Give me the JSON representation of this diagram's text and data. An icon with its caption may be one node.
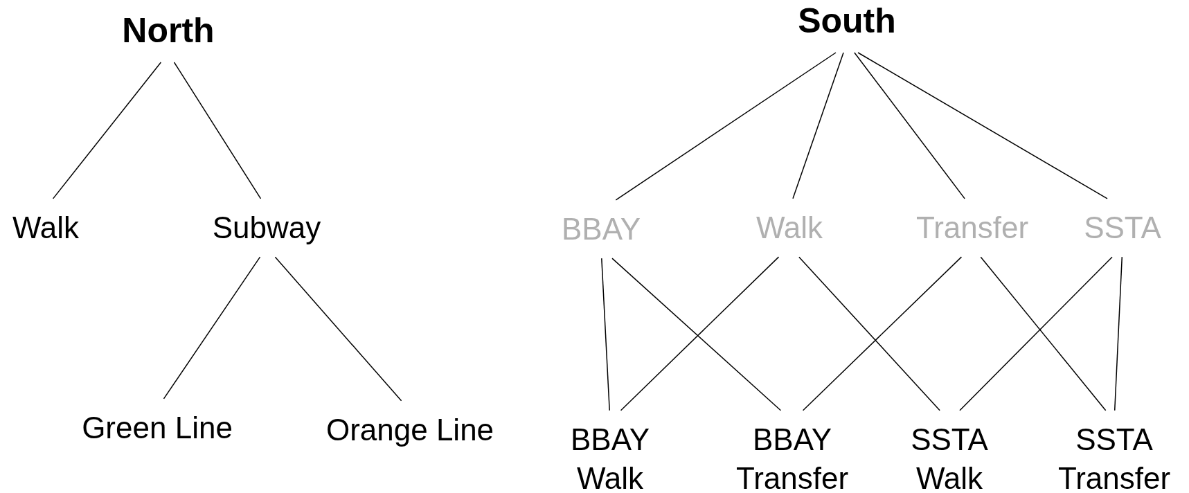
{
  "diagram": {
    "nodes": [
      {
        "text": [
          "North"
        ]
      },
      {
        "text": [
          "Walk"
        ]
      },
      {
        "text": [
          "Subway"
        ]
      },
      {
        "text": [
          "Green Line"
        ]
      },
      {
        "text": [
          "Orange Line"
        ]
      },
      {
        "text": [
          "South"
        ]
      },
      {
        "text": [
          "BBAY"
        ]
      },
      {
        "text": [
          "Walk"
        ]
      },
      {
        "text": [
          "Transfer"
        ]
      },
      {
        "text": [
          "SSTA"
        ]
      },
      {
        "text": [
          "BBAY Walk"
        ]
      },
      {
        "text": [
          "BBAY Transfer"
        ]
      },
      {
        "text": [
          "SSTA Walk"
        ]
      },
      {
        "text": [
          "SSTA Transfer"
        ]
      }
    ],
    "edges": [
      {
        "from": 0,
        "to": 1,
        "arrow": "none"
      },
      {
        "from": 0,
        "to": 2,
        "arrow": "none"
      },
      {
        "from": 2,
        "to": 3,
        "arrow": "none"
      },
      {
        "from": 2,
        "to": 4,
        "arrow": "none"
      },
      {
        "from": 5,
        "to": 6,
        "arrow": "none"
      },
      {
        "from": 5,
        "to": 7,
        "arrow": "none"
      },
      {
        "from": 5,
        "to": 8,
        "arrow": "none"
      },
      {
        "from": 5,
        "to": 9,
        "arrow": "none"
      },
      {
        "from": 6,
        "to": 10,
        "arrow": "none"
      },
      {
        "from": 6,
        "to": 11,
        "arrow": "none"
      },
      {
        "from": 7,
        "to": 10,
        "arrow": "none"
      },
      {
        "from": 7,
        "to": 12,
        "arrow": "none"
      },
      {
        "from": 8,
        "to": 11,
        "arrow": "none"
      },
      {
        "from": 8,
        "to": 13,
        "arrow": "none"
      },
      {
        "from": 9,
        "to": 12,
        "arrow": "none"
      },
      {
        "from": 9,
        "to": 13,
        "arrow": "none"
      }
    ]
  }
}
